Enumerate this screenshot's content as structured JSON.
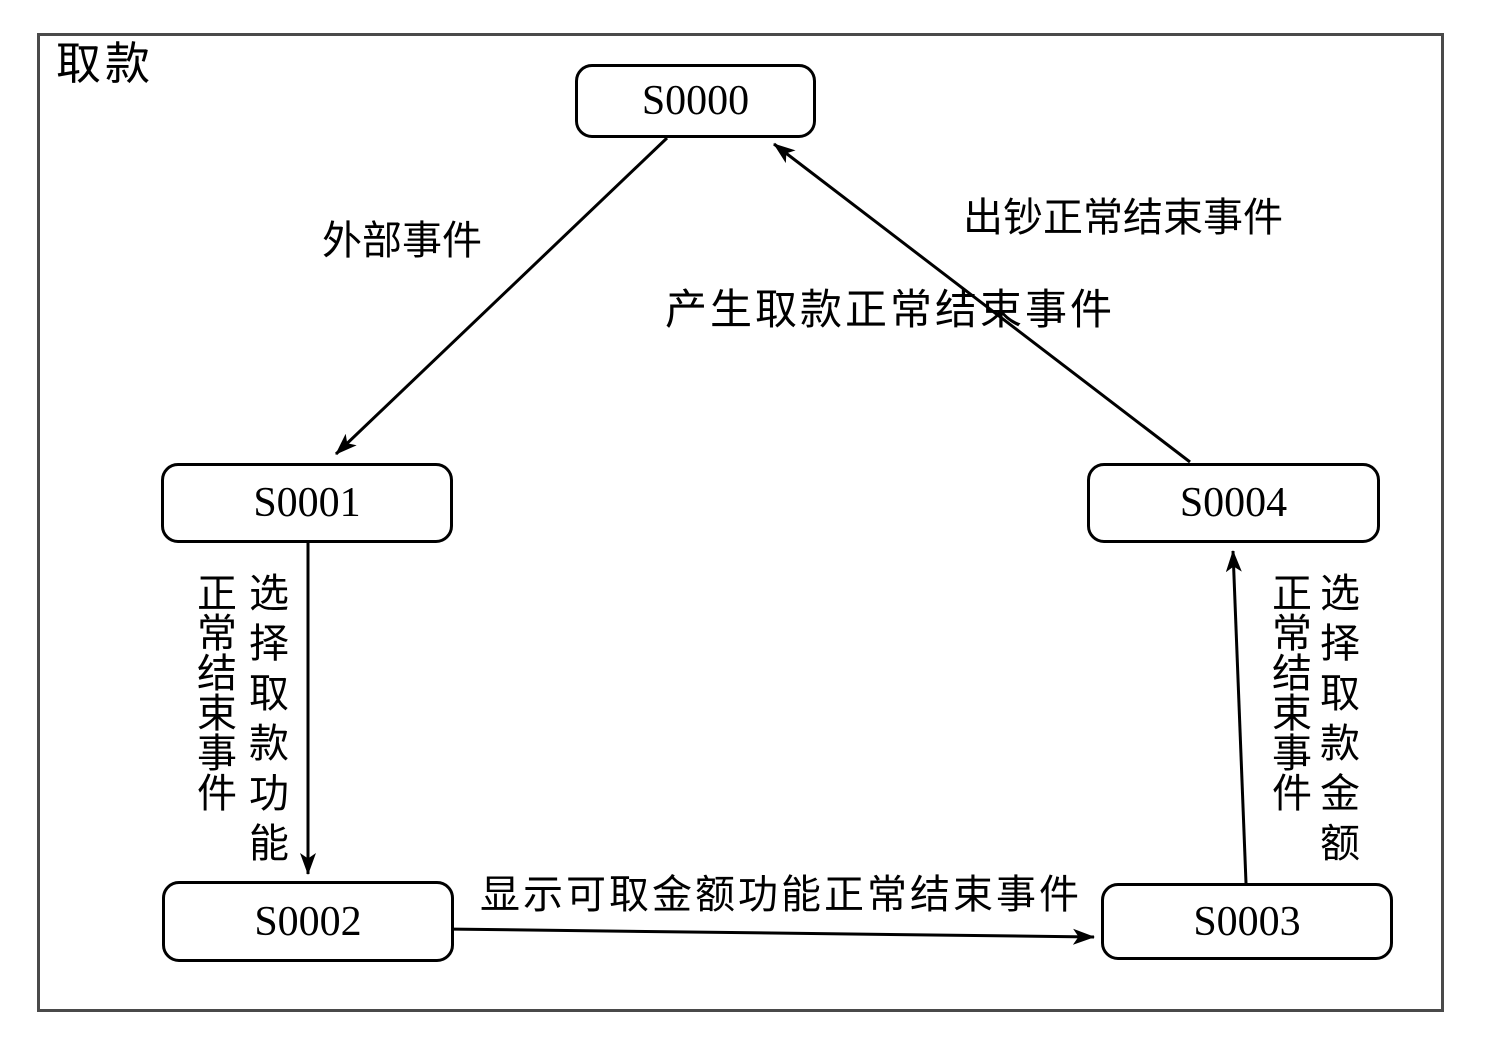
{
  "diagram": {
    "title": "取款",
    "type": "state-transition-diagram"
  },
  "states": {
    "s0000": {
      "label": "S0000"
    },
    "s0001": {
      "label": "S0001"
    },
    "s0002": {
      "label": "S0002"
    },
    "s0003": {
      "label": "S0003"
    },
    "s0004": {
      "label": "S0004"
    }
  },
  "transitions": {
    "s0000_to_s0001": {
      "label": "外部事件"
    },
    "s0004_to_s0000": {
      "event_label": "出钞正常结束事件",
      "action_label": "产生取款正常结束事件"
    },
    "s0001_to_s0002": {
      "event_column": "选择取款功能",
      "result_column": "正常结束事件"
    },
    "s0002_to_s0003": {
      "label": "显示可取金额功能正常结束事件"
    },
    "s0003_to_s0004": {
      "event_column": "选择取款金额",
      "result_column": "正常结束事件"
    }
  }
}
